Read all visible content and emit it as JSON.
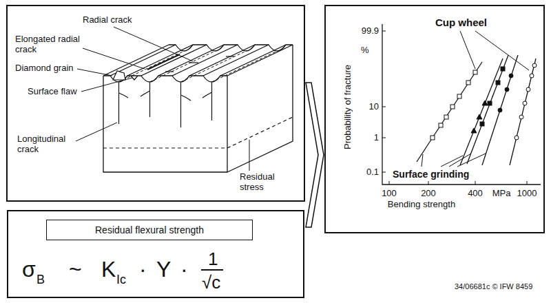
{
  "diagram": {
    "nodes": [
      {
        "text": [
          "σ",
          "B",
          "~",
          "K",
          "Ic",
          "·",
          "Y",
          "·",
          "1",
          "√c"
        ]
      },
      {
        "text": [
          "Residual flexural strength"
        ],
        "in": 0
      }
    ],
    "labels": [
      "Radial crack",
      "Elongated radial crack",
      "Diamond grain",
      "Surface flaw",
      "Longitudinal crack",
      "Residual stress",
      "Cup wheel",
      "99.9",
      "%",
      "10",
      "1",
      "0.1",
      "Probability of fracture",
      "Surface grinding",
      "100",
      "200",
      "400",
      "MPa",
      "1000",
      "Bending strength",
      "34/06681c © IFW 8459"
    ]
  }
}
